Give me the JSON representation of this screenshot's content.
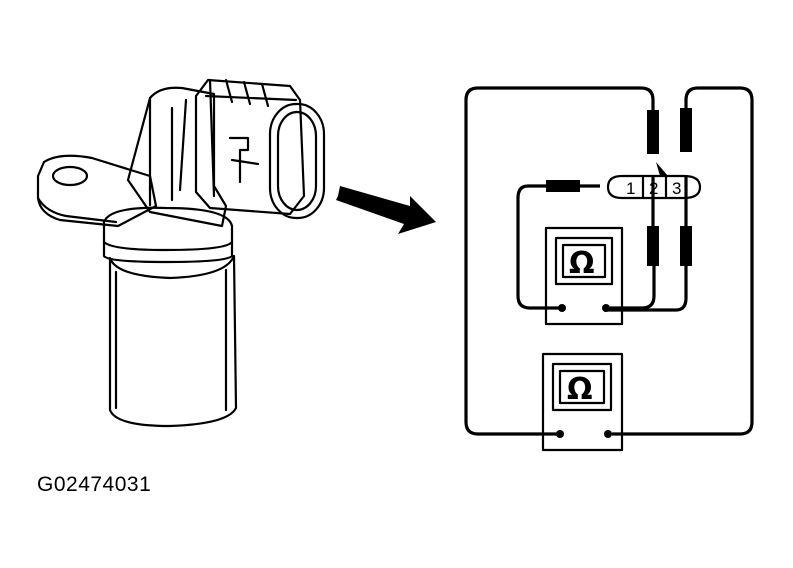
{
  "figure": {
    "caption": "G02474031"
  },
  "connector": {
    "pins": [
      "1",
      "2",
      "3"
    ]
  },
  "meters": {
    "symbol": "Ω"
  },
  "icons": [
    "sensor-icon",
    "arrow-icon",
    "ohmmeter-icon"
  ]
}
